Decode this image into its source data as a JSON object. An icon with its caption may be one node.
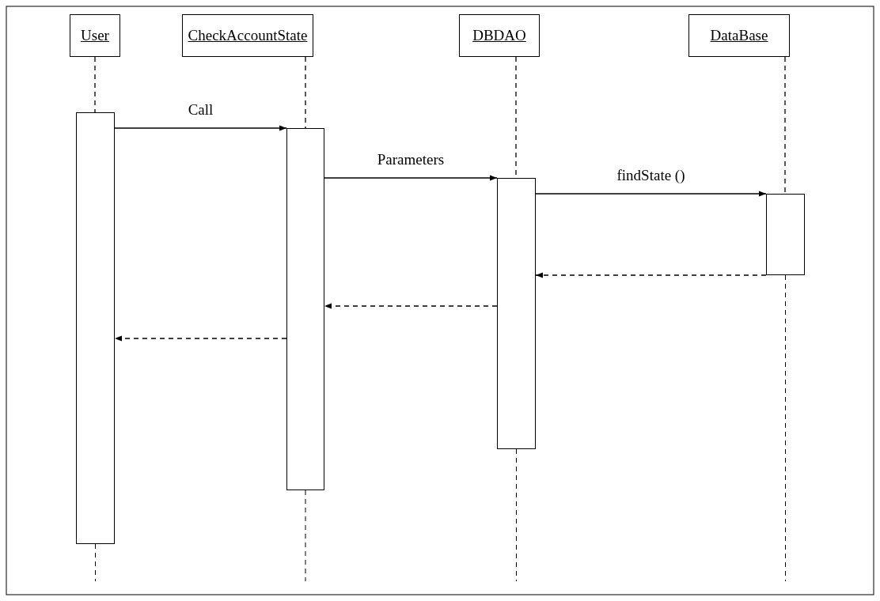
{
  "diagram": {
    "nodes": [
      {
        "text": [
          "User"
        ]
      },
      {
        "text": [
          "CheckAccountState"
        ]
      },
      {
        "text": [
          "DBDAO"
        ]
      },
      {
        "text": [
          "DataBase"
        ]
      },
      {
        "text": [],
        "shape": "bar"
      },
      {
        "text": [],
        "shape": "bar"
      },
      {
        "text": [],
        "shape": "bar"
      },
      {
        "text": [],
        "shape": "bar"
      }
    ],
    "edges": [
      {
        "from": 0,
        "to": 4,
        "arrow": "none",
        "style": "dashed"
      },
      {
        "from": 1,
        "to": 5,
        "arrow": "none",
        "style": "dashed"
      },
      {
        "from": 2,
        "to": 6,
        "arrow": "none",
        "style": "dashed"
      },
      {
        "from": 3,
        "to": 7,
        "arrow": "none",
        "style": "dashed"
      },
      {
        "from": 4,
        "to": 5,
        "arrow": "to",
        "label": "Call"
      },
      {
        "from": 5,
        "to": 6,
        "arrow": "to",
        "label": "Parameters"
      },
      {
        "from": 6,
        "to": 7,
        "arrow": "to",
        "label": "findState ()"
      },
      {
        "from": 7,
        "to": 6,
        "arrow": "to",
        "style": "dashed"
      },
      {
        "from": 6,
        "to": 5,
        "arrow": "to",
        "style": "dashed"
      },
      {
        "from": 5,
        "to": 4,
        "arrow": "to",
        "style": "dashed"
      }
    ]
  }
}
